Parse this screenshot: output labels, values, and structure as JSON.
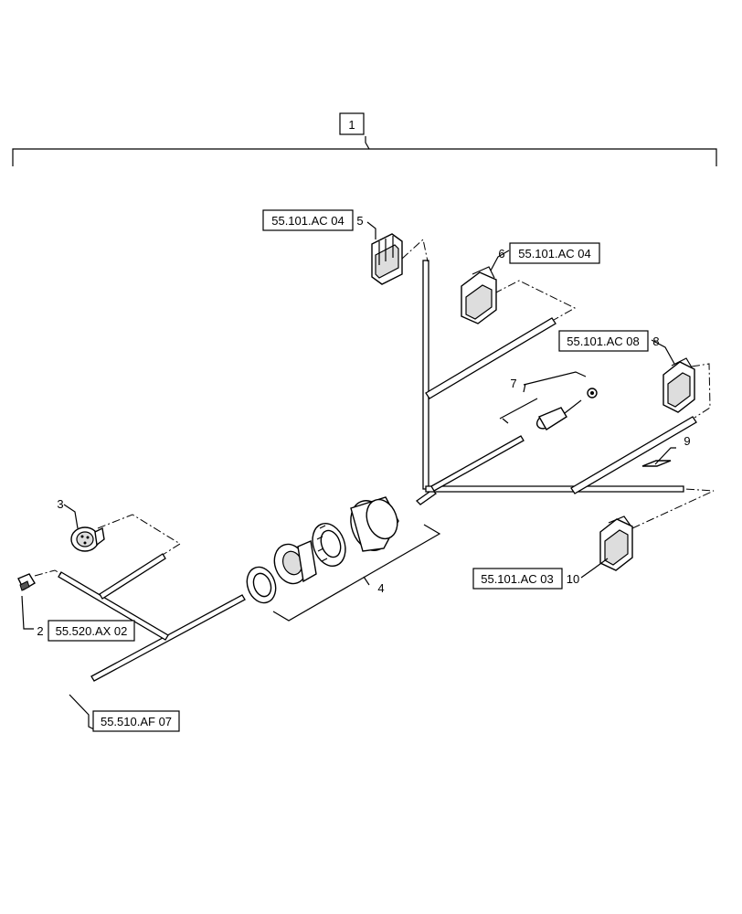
{
  "assembly": {
    "item": "1"
  },
  "callouts": [
    {
      "id": "callout-5",
      "number": "5",
      "ref": "55.101.AC 04"
    },
    {
      "id": "callout-6",
      "number": "6",
      "ref": "55.101.AC 04"
    },
    {
      "id": "callout-8",
      "number": "8",
      "ref": "55.101.AC 08"
    },
    {
      "id": "callout-10",
      "number": "10",
      "ref": "55.101.AC 03"
    },
    {
      "id": "callout-2",
      "number": "2",
      "ref": "55.520.AX 02"
    },
    {
      "id": "callout-main",
      "number": "",
      "ref": "55.510.AF 07"
    },
    {
      "id": "callout-3",
      "number": "3",
      "ref": ""
    },
    {
      "id": "callout-4",
      "number": "4",
      "ref": ""
    },
    {
      "id": "callout-7",
      "number": "7",
      "ref": ""
    },
    {
      "id": "callout-9",
      "number": "9",
      "ref": ""
    }
  ]
}
